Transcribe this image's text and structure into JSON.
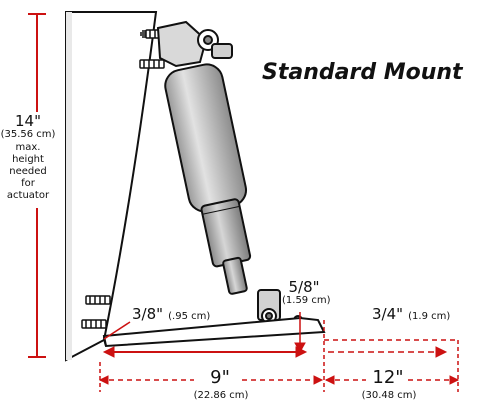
{
  "title": "Standard Mount",
  "height_dim": {
    "value": "14\"",
    "metric": "(35.56 cm)",
    "note_lines": [
      "max.",
      "height",
      "needed",
      "for",
      "actuator"
    ]
  },
  "dims": {
    "d1": {
      "value": "3/8\"",
      "metric": "(.95 cm)"
    },
    "d2": {
      "value": "5/8\"",
      "metric": "(1.59 cm)"
    },
    "d3": {
      "value": "3/4\"",
      "metric": "(1.9 cm)"
    },
    "d4": {
      "value": "9\"",
      "metric": "(22.86 cm)"
    },
    "d5": {
      "value": "12\"",
      "metric": "(30.48 cm)"
    }
  },
  "colors": {
    "dimension": "#cc1111",
    "outline": "#111111",
    "actuator_fill": "#bdbdbd",
    "hull_fill": "#ffffff"
  }
}
